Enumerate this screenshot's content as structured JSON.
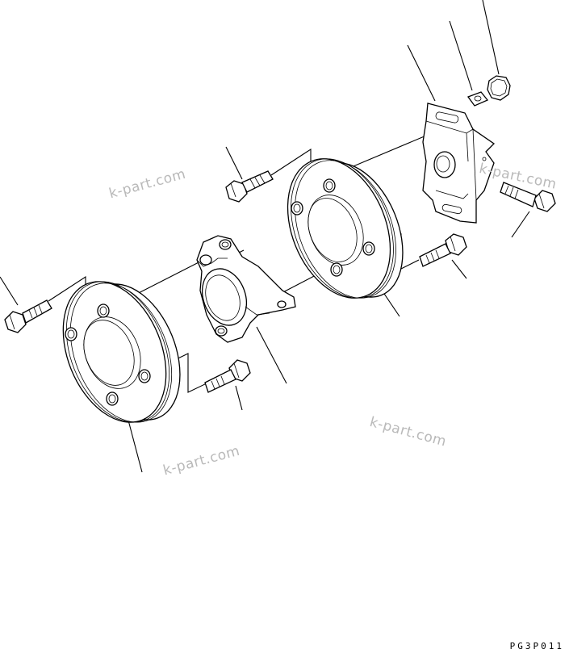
{
  "watermarks": [
    "k-part.com",
    "k-part.com",
    "k-part.com",
    "k-part.com"
  ],
  "drawing_code": "PG3P011"
}
